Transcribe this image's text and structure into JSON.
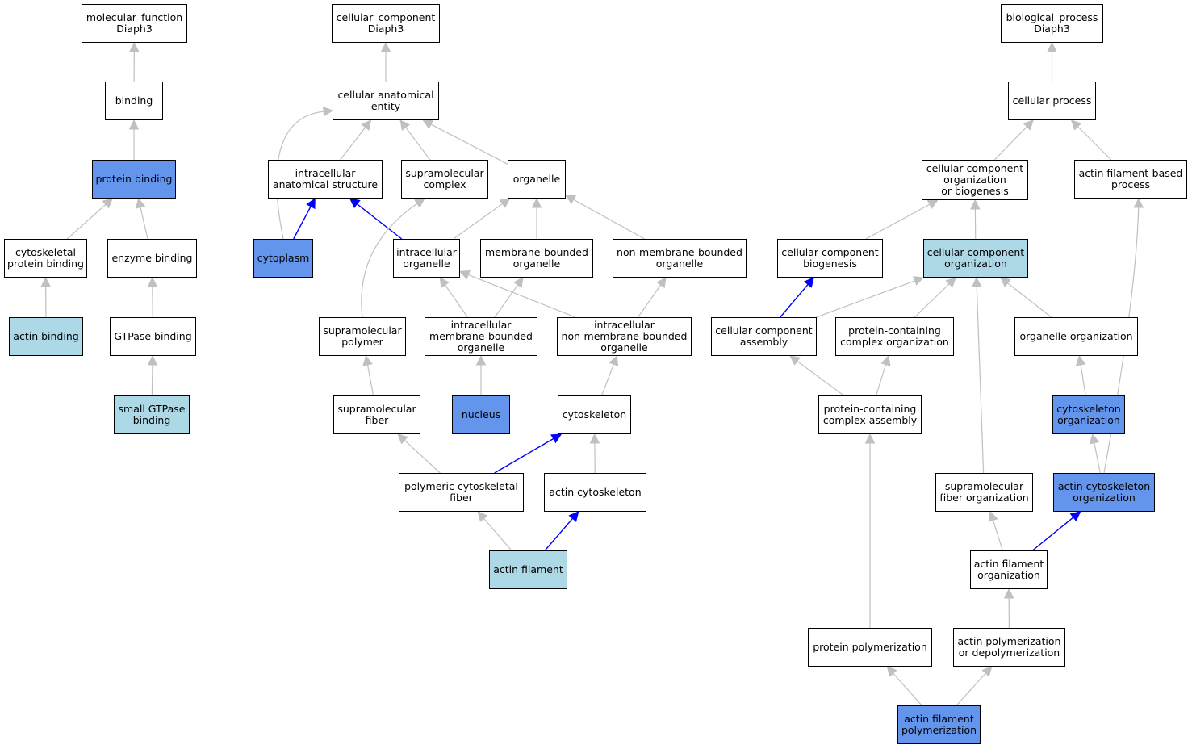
{
  "colors": {
    "light": "#add8e6",
    "dark": "#6495ed",
    "edge_gray": "#c0c0c0",
    "edge_blue": "#0000ff",
    "plain": "#ffffff"
  },
  "nodes": [
    {
      "id": "mf",
      "label": "molecular_function\nDiaph3",
      "fill": "plain"
    },
    {
      "id": "binding",
      "label": "binding",
      "fill": "plain"
    },
    {
      "id": "protein_binding",
      "label": "protein binding",
      "fill": "dark"
    },
    {
      "id": "cyto_prot_binding",
      "label": "cytoskeletal\nprotein binding",
      "fill": "plain"
    },
    {
      "id": "enzyme_binding",
      "label": "enzyme binding",
      "fill": "plain"
    },
    {
      "id": "actin_binding",
      "label": "actin binding",
      "fill": "light"
    },
    {
      "id": "gtpase_binding",
      "label": "GTPase binding",
      "fill": "plain"
    },
    {
      "id": "small_gtpase",
      "label": "small GTPase\nbinding",
      "fill": "light"
    },
    {
      "id": "cc",
      "label": "cellular_component\nDiaph3",
      "fill": "plain"
    },
    {
      "id": "cae",
      "label": "cellular anatomical\nentity",
      "fill": "plain"
    },
    {
      "id": "ias",
      "label": "intracellular\nanatomical structure",
      "fill": "plain"
    },
    {
      "id": "smc",
      "label": "supramolecular\ncomplex",
      "fill": "plain"
    },
    {
      "id": "organelle",
      "label": "organelle",
      "fill": "plain"
    },
    {
      "id": "cytoplasm",
      "label": "cytoplasm",
      "fill": "dark"
    },
    {
      "id": "ic_org",
      "label": "intracellular\norganelle",
      "fill": "plain"
    },
    {
      "id": "mb_org",
      "label": "membrane-bounded\norganelle",
      "fill": "plain"
    },
    {
      "id": "nmb_org",
      "label": "non-membrane-bounded\norganelle",
      "fill": "plain"
    },
    {
      "id": "sm_polymer",
      "label": "supramolecular\npolymer",
      "fill": "plain"
    },
    {
      "id": "ic_mb_org",
      "label": "intracellular\nmembrane-bounded\norganelle",
      "fill": "plain"
    },
    {
      "id": "ic_nmb_org",
      "label": "intracellular\nnon-membrane-bounded\norganelle",
      "fill": "plain"
    },
    {
      "id": "sm_fiber",
      "label": "supramolecular\nfiber",
      "fill": "plain"
    },
    {
      "id": "nucleus",
      "label": "nucleus",
      "fill": "dark"
    },
    {
      "id": "cytoskeleton",
      "label": "cytoskeleton",
      "fill": "plain"
    },
    {
      "id": "poly_cyto_fiber",
      "label": "polymeric cytoskeletal\nfiber",
      "fill": "plain"
    },
    {
      "id": "actin_cyto",
      "label": "actin cytoskeleton",
      "fill": "plain"
    },
    {
      "id": "actin_filament",
      "label": "actin filament",
      "fill": "light"
    },
    {
      "id": "bp",
      "label": "biological_process\nDiaph3",
      "fill": "plain"
    },
    {
      "id": "cell_process",
      "label": "cellular process",
      "fill": "plain"
    },
    {
      "id": "cc_org_bio",
      "label": "cellular component\norganization\nor biogenesis",
      "fill": "plain"
    },
    {
      "id": "afbp",
      "label": "actin filament-based\nprocess",
      "fill": "plain"
    },
    {
      "id": "cc_biogenesis",
      "label": "cellular component\nbiogenesis",
      "fill": "plain"
    },
    {
      "id": "cc_org",
      "label": "cellular component\norganization",
      "fill": "light"
    },
    {
      "id": "cc_assembly",
      "label": "cellular component\nassembly",
      "fill": "plain"
    },
    {
      "id": "pc_org",
      "label": "protein-containing\ncomplex organization",
      "fill": "plain"
    },
    {
      "id": "org_org",
      "label": "organelle organization",
      "fill": "plain"
    },
    {
      "id": "pc_assembly",
      "label": "protein-containing\ncomplex assembly",
      "fill": "plain"
    },
    {
      "id": "cyto_org",
      "label": "cytoskeleton\norganization",
      "fill": "dark"
    },
    {
      "id": "sm_fiber_org",
      "label": "supramolecular\nfiber organization",
      "fill": "plain"
    },
    {
      "id": "actin_cyto_org",
      "label": "actin cytoskeleton\norganization",
      "fill": "dark"
    },
    {
      "id": "af_org",
      "label": "actin filament\norganization",
      "fill": "plain"
    },
    {
      "id": "prot_poly",
      "label": "protein polymerization",
      "fill": "plain"
    },
    {
      "id": "actin_poly_depoly",
      "label": "actin polymerization\nor depolymerization",
      "fill": "plain"
    },
    {
      "id": "af_poly",
      "label": "actin filament\npolymerization",
      "fill": "dark"
    }
  ],
  "edges": [
    {
      "from": "binding",
      "to": "mf",
      "color": "gray"
    },
    {
      "from": "protein_binding",
      "to": "binding",
      "color": "gray"
    },
    {
      "from": "cyto_prot_binding",
      "to": "protein_binding",
      "color": "gray"
    },
    {
      "from": "enzyme_binding",
      "to": "protein_binding",
      "color": "gray"
    },
    {
      "from": "actin_binding",
      "to": "cyto_prot_binding",
      "color": "gray"
    },
    {
      "from": "gtpase_binding",
      "to": "enzyme_binding",
      "color": "gray"
    },
    {
      "from": "small_gtpase",
      "to": "gtpase_binding",
      "color": "gray"
    },
    {
      "from": "cae",
      "to": "cc",
      "color": "gray"
    },
    {
      "from": "ias",
      "to": "cae",
      "color": "gray"
    },
    {
      "from": "smc",
      "to": "cae",
      "color": "gray"
    },
    {
      "from": "organelle",
      "to": "cae",
      "color": "gray"
    },
    {
      "from": "cytoplasm",
      "to": "cae",
      "color": "gray",
      "curve": true
    },
    {
      "from": "cytoplasm",
      "to": "ias",
      "color": "blue"
    },
    {
      "from": "ic_org",
      "to": "ias",
      "color": "blue"
    },
    {
      "from": "ic_org",
      "to": "organelle",
      "color": "gray"
    },
    {
      "from": "mb_org",
      "to": "organelle",
      "color": "gray"
    },
    {
      "from": "nmb_org",
      "to": "organelle",
      "color": "gray"
    },
    {
      "from": "sm_polymer",
      "to": "smc",
      "color": "gray",
      "curve": true
    },
    {
      "from": "ic_mb_org",
      "to": "ic_org",
      "color": "gray"
    },
    {
      "from": "ic_mb_org",
      "to": "mb_org",
      "color": "gray"
    },
    {
      "from": "ic_nmb_org",
      "to": "ic_org",
      "color": "gray"
    },
    {
      "from": "ic_nmb_org",
      "to": "nmb_org",
      "color": "gray"
    },
    {
      "from": "sm_fiber",
      "to": "sm_polymer",
      "color": "gray"
    },
    {
      "from": "nucleus",
      "to": "ic_mb_org",
      "color": "gray"
    },
    {
      "from": "cytoskeleton",
      "to": "ic_nmb_org",
      "color": "gray"
    },
    {
      "from": "poly_cyto_fiber",
      "to": "sm_fiber",
      "color": "gray"
    },
    {
      "from": "poly_cyto_fiber",
      "to": "cytoskeleton",
      "color": "blue"
    },
    {
      "from": "actin_cyto",
      "to": "cytoskeleton",
      "color": "gray"
    },
    {
      "from": "actin_filament",
      "to": "poly_cyto_fiber",
      "color": "gray"
    },
    {
      "from": "actin_filament",
      "to": "actin_cyto",
      "color": "blue"
    },
    {
      "from": "cell_process",
      "to": "bp",
      "color": "gray"
    },
    {
      "from": "cc_org_bio",
      "to": "cell_process",
      "color": "gray"
    },
    {
      "from": "afbp",
      "to": "cell_process",
      "color": "gray"
    },
    {
      "from": "cc_biogenesis",
      "to": "cc_org_bio",
      "color": "gray"
    },
    {
      "from": "cc_org",
      "to": "cc_org_bio",
      "color": "gray"
    },
    {
      "from": "cc_assembly",
      "to": "cc_biogenesis",
      "color": "blue"
    },
    {
      "from": "cc_assembly",
      "to": "cc_org",
      "color": "gray"
    },
    {
      "from": "pc_org",
      "to": "cc_org",
      "color": "gray"
    },
    {
      "from": "org_org",
      "to": "cc_org",
      "color": "gray"
    },
    {
      "from": "pc_assembly",
      "to": "cc_assembly",
      "color": "gray"
    },
    {
      "from": "pc_assembly",
      "to": "pc_org",
      "color": "gray"
    },
    {
      "from": "cyto_org",
      "to": "org_org",
      "color": "gray"
    },
    {
      "from": "sm_fiber_org",
      "to": "cc_org",
      "color": "gray"
    },
    {
      "from": "actin_cyto_org",
      "to": "cyto_org",
      "color": "gray"
    },
    {
      "from": "actin_cyto_org",
      "to": "afbp",
      "color": "gray",
      "curve": true
    },
    {
      "from": "af_org",
      "to": "sm_fiber_org",
      "color": "gray"
    },
    {
      "from": "af_org",
      "to": "actin_cyto_org",
      "color": "blue"
    },
    {
      "from": "prot_poly",
      "to": "pc_assembly",
      "color": "gray"
    },
    {
      "from": "actin_poly_depoly",
      "to": "af_org",
      "color": "gray"
    },
    {
      "from": "af_poly",
      "to": "prot_poly",
      "color": "gray"
    },
    {
      "from": "af_poly",
      "to": "actin_poly_depoly",
      "color": "gray"
    }
  ]
}
